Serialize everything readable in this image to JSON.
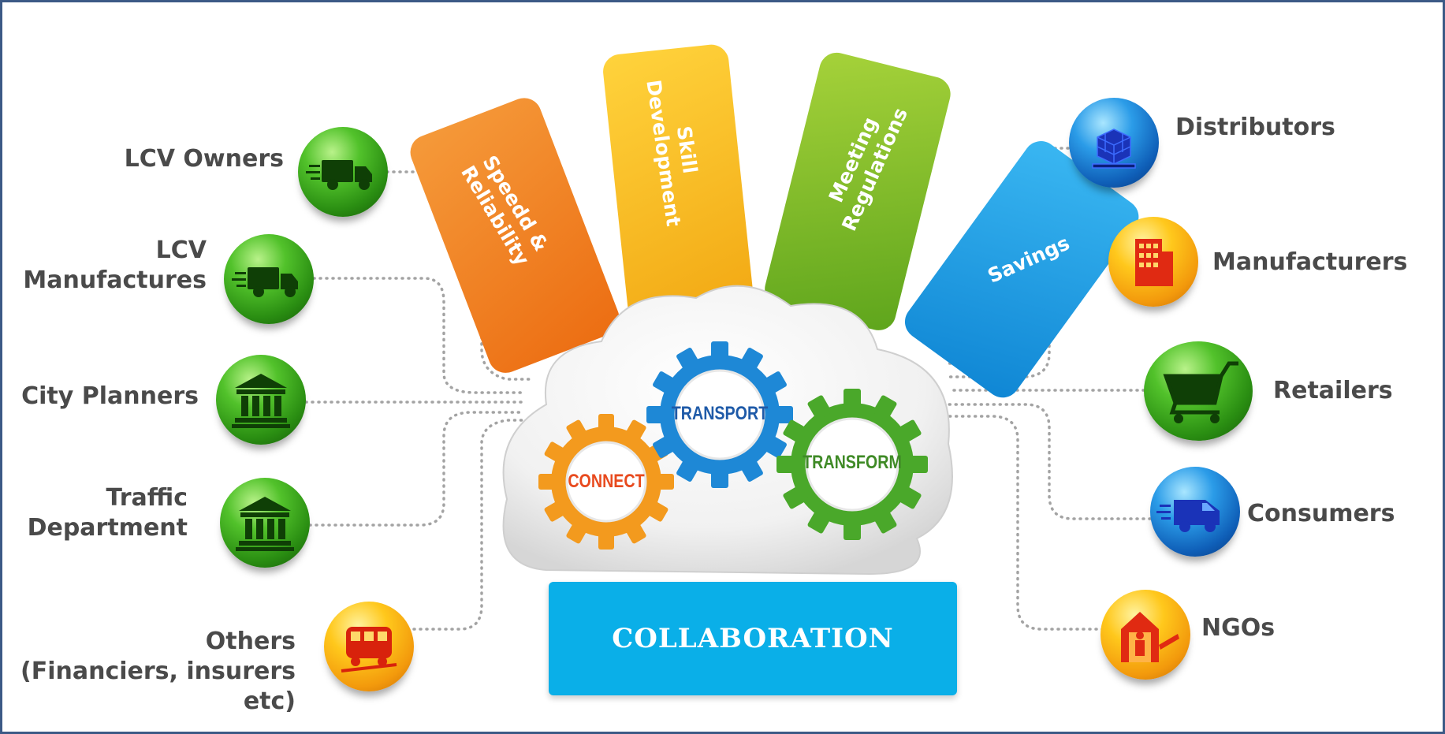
{
  "left_stakeholders": [
    {
      "line1": "LCV Owners",
      "line2": "",
      "line3": "",
      "icon": "truck-icon"
    },
    {
      "line1": "LCV",
      "line2": "Manufactures",
      "line3": "",
      "icon": "truck-icon"
    },
    {
      "line1": "City Planners",
      "line2": "",
      "line3": "",
      "icon": "government-building-icon"
    },
    {
      "line1": "Traffic",
      "line2": "Department",
      "line3": "",
      "icon": "government-building-icon"
    },
    {
      "line1": "Others",
      "line2": "(Financiers, insurers",
      "line3": "etc)",
      "icon": "train-icon"
    }
  ],
  "right_stakeholders": [
    {
      "label": "Distributors",
      "icon": "boxes-pallet-icon"
    },
    {
      "label": "Manufacturers",
      "icon": "factory-building-icon"
    },
    {
      "label": "Retailers",
      "icon": "shopping-cart-icon"
    },
    {
      "label": "Consumers",
      "icon": "delivery-van-icon"
    },
    {
      "label": "NGOs",
      "icon": "person-at-gate-icon"
    }
  ],
  "benefits": [
    {
      "line1": "Speedd &",
      "line2": "Reliability",
      "color": "#f07b1e"
    },
    {
      "line1": "Skill",
      "line2": "Development",
      "color": "#f7b51c"
    },
    {
      "line1": "Meeting",
      "line2": "Regulations",
      "color": "#7dbf2a"
    },
    {
      "line1": "Savings",
      "line2": "",
      "color": "#1598e0"
    }
  ],
  "gears": [
    {
      "label": "CONNECT",
      "color": "#f39a1e",
      "text_color": "#e84a1e"
    },
    {
      "label": "TRANSPORT",
      "color": "#1e88d6",
      "text_color": "#1e5aa8"
    },
    {
      "label": "TRANSFORM",
      "color": "#4aa82a",
      "text_color": "#3f8a26"
    }
  ],
  "center_label": "COLLABORATION",
  "colors": {
    "border": "#3c5a86",
    "text": "#4a4a4a",
    "collab_box": "#0aafe8",
    "wire": "#9a9a9a"
  }
}
